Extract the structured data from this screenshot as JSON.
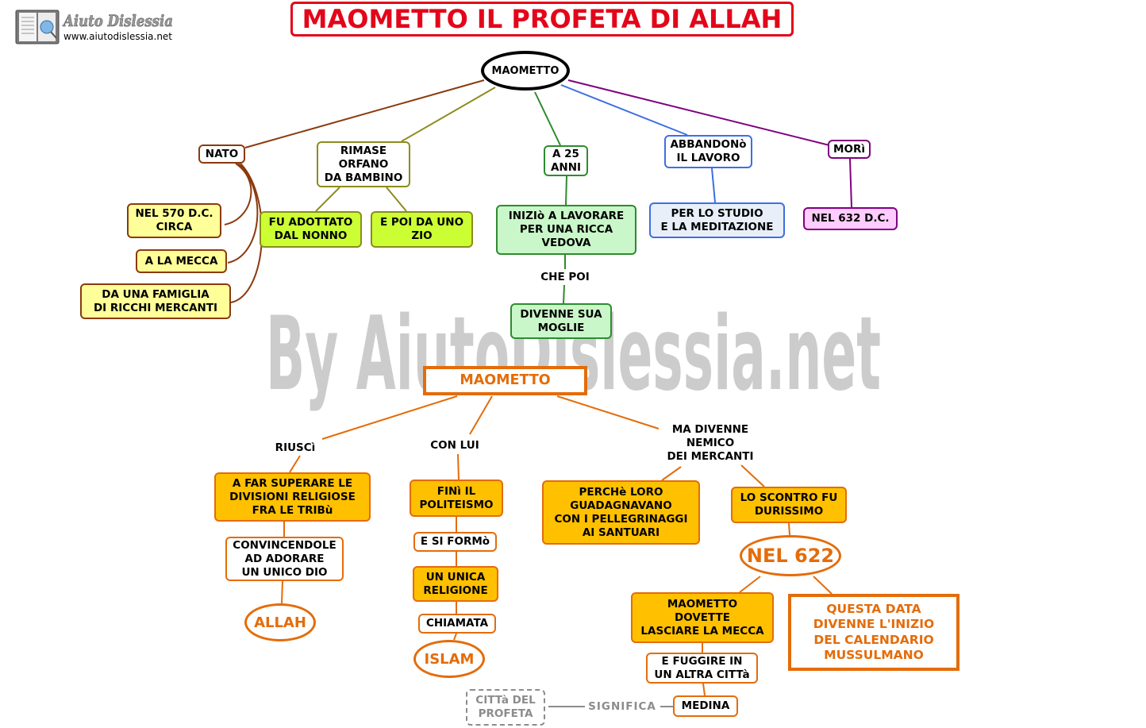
{
  "logo": {
    "brand": "Aiuto Dislessia",
    "url": "www.aiutodislessia.net",
    "icon": "book-icon"
  },
  "title": "MAOMETTO IL PROFETA DI ALLAH",
  "watermark": "By AiutoDislessia.net",
  "life_map": {
    "root": "MAOMETTO",
    "birth": {
      "label": "NATO",
      "date": "NEL 570 D.C.\nCIRCA",
      "place": "A LA MECCA",
      "family": "DA UNA FAMIGLIA\nDI RICCHI MERCANTI"
    },
    "orphan": {
      "label": "RIMASE\nORFANO\nDA BAMBINO",
      "adopted": "FU ADOTTATO\nDAL NONNO",
      "uncle": "E POI DA UNO\nZIO"
    },
    "age25": {
      "label": "A 25\nANNI",
      "work": "INIZIò A LAVORARE\nPER UNA RICCA\nVEDOVA",
      "link": "CHE POI",
      "wife": "DIVENNE SUA\nMOGLIE"
    },
    "quit": {
      "label": "ABBANDONò\nIL LAVORO",
      "reason": "PER LO STUDIO\nE LA MEDITAZIONE"
    },
    "death": {
      "label": "MORì",
      "date": "NEL 632 D.C."
    }
  },
  "religion_map": {
    "root": "MAOMETTO",
    "unity": {
      "link": "RIUSCì",
      "result": "A FAR SUPERARE LE\nDIVISIONI RELIGIOSE\nFRA LE TRIBù",
      "method": "CONVINCENDOLE\nAD ADORARE\nUN UNICO DIO",
      "god": "ALLAH"
    },
    "islam": {
      "link": "CON LUI",
      "end": "FINì IL\nPOLITEISMO",
      "formed": "E SI FORMò",
      "religion": "UN UNICA\nRELIGIONE",
      "called": "CHIAMATA",
      "name": "ISLAM"
    },
    "conflict": {
      "link": "MA DIVENNE\nNEMICO\nDEI MERCANTI",
      "reason": "PERCHè LORO\nGUADAGNAVANO\nCON I PELLEGRINAGGI\nAI SANTUARI",
      "clash": "LO SCONTRO FU\nDURISSIMO",
      "year": "NEL 622",
      "calendar": "QUESTA DATA\nDIVENNE L'INIZIO\nDEL CALENDARIO\nMUSSULMANO",
      "left": "MAOMETTO\nDOVETTE\nLASCIARE LA MECCA",
      "fled": "E FUGGIRE IN\nUN ALTRA CITTà",
      "city": "MEDINA",
      "means": "SIGNIFICA",
      "meaning": "CITTà DEL\nPROFETA"
    }
  },
  "colors": {
    "title_red": "#e3061a",
    "orange": "#e46c0a",
    "orange_fill": "#ffc000",
    "brown": "#8b3a0e",
    "olive": "#8c8c1e",
    "green": "#2e8b2e",
    "blue": "#3d6fe3",
    "purple": "#800080",
    "yellow_fill": "#ffff99",
    "lime_fill": "#ccff33",
    "mint_fill": "#c9f7c9",
    "sky_fill": "#e8eff8",
    "pink_fill": "#ffccff",
    "gray": "#8c8c8c",
    "watermark": "#c4c4c4"
  }
}
